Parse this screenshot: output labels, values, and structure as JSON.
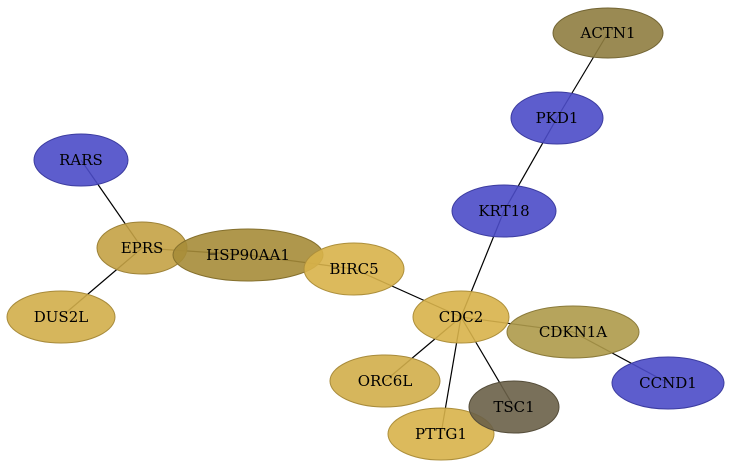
{
  "nodes": [
    {
      "id": "ACTN1",
      "label": "ACTN1",
      "color": "#8f7d40"
    },
    {
      "id": "PKD1",
      "label": "PKD1",
      "color": "#4b4bc8"
    },
    {
      "id": "RARS",
      "label": "RARS",
      "color": "#4b4bc8"
    },
    {
      "id": "KRT18",
      "label": "KRT18",
      "color": "#4b4bc8"
    },
    {
      "id": "EPRS",
      "label": "EPRS",
      "color": "#c4a245"
    },
    {
      "id": "HSP90AA1",
      "label": "HSP90AA1",
      "color": "#a68c38"
    },
    {
      "id": "BIRC5",
      "label": "BIRC5",
      "color": "#d8b34a"
    },
    {
      "id": "DUS2L",
      "label": "DUS2L",
      "color": "#d2ae4a"
    },
    {
      "id": "CDC2",
      "label": "CDC2",
      "color": "#d8b34a"
    },
    {
      "id": "CDKN1A",
      "label": "CDKN1A",
      "color": "#ae9a4a"
    },
    {
      "id": "ORC6L",
      "label": "ORC6L",
      "color": "#d2ae4a"
    },
    {
      "id": "CCND1",
      "label": "CCND1",
      "color": "#4b4bc8"
    },
    {
      "id": "TSC1",
      "label": "TSC1",
      "color": "#6a6048"
    },
    {
      "id": "PTTG1",
      "label": "PTTG1",
      "color": "#d8b34a"
    }
  ],
  "edges": [
    [
      "ACTN1",
      "PKD1"
    ],
    [
      "PKD1",
      "KRT18"
    ],
    [
      "KRT18",
      "CDC2"
    ],
    [
      "RARS",
      "EPRS"
    ],
    [
      "EPRS",
      "DUS2L"
    ],
    [
      "EPRS",
      "HSP90AA1"
    ],
    [
      "HSP90AA1",
      "BIRC5"
    ],
    [
      "BIRC5",
      "CDC2"
    ],
    [
      "CDC2",
      "CDKN1A"
    ],
    [
      "CDKN1A",
      "CCND1"
    ],
    [
      "CDC2",
      "ORC6L"
    ],
    [
      "CDC2",
      "TSC1"
    ],
    [
      "CDC2",
      "PTTG1"
    ]
  ]
}
